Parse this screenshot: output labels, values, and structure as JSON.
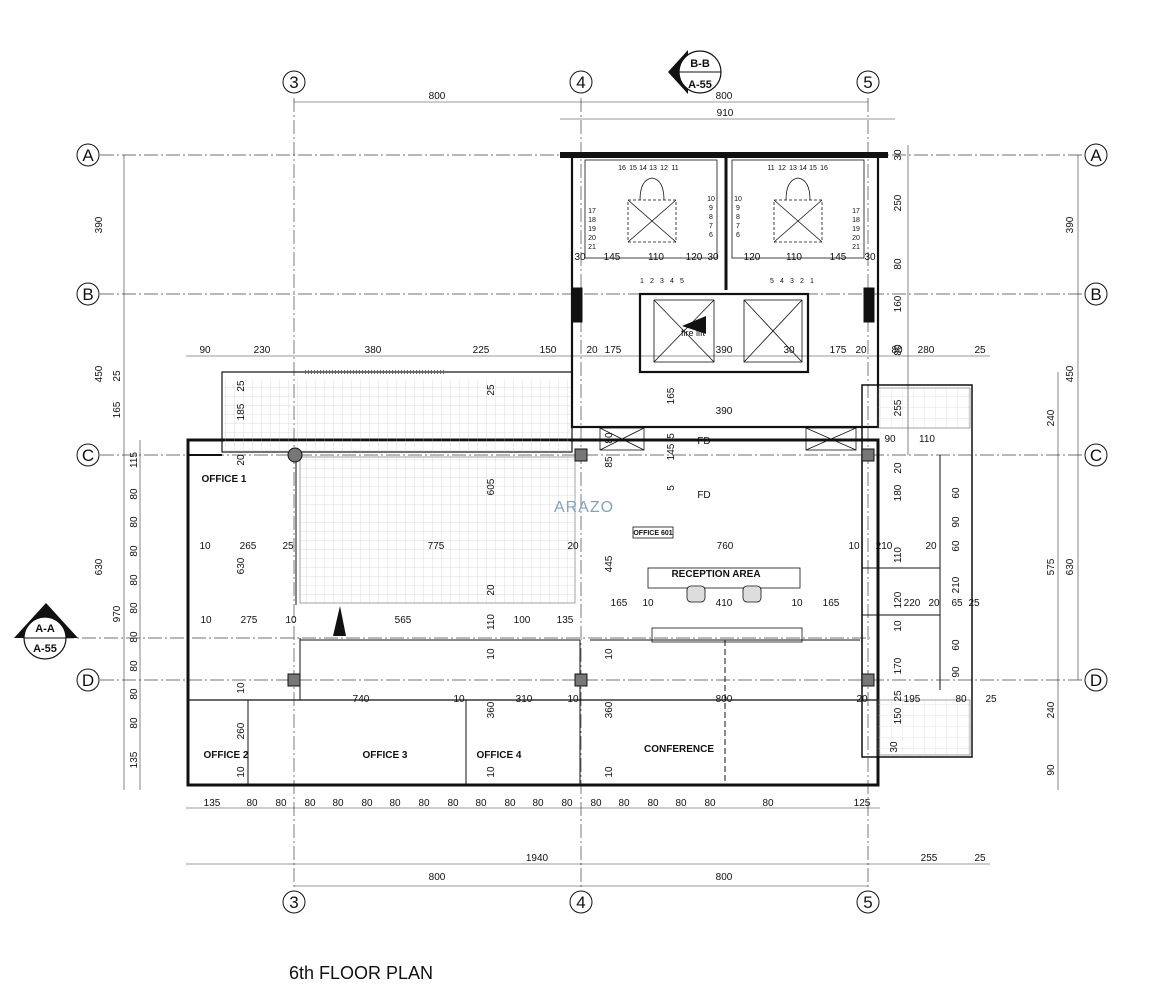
{
  "title": "6th FLOOR PLAN",
  "watermark": "ARAZO",
  "grid": {
    "columns": [
      "3",
      "4",
      "5"
    ],
    "rows": [
      "A",
      "B",
      "C",
      "D"
    ]
  },
  "section_marks": {
    "bb": {
      "letter": "B-B",
      "sheet": "A-55"
    },
    "aa": {
      "letter": "A-A",
      "sheet": "A-55"
    }
  },
  "rooms": {
    "office1": "OFFICE 1",
    "office2": "OFFICE 2",
    "office3": "OFFICE 3",
    "office4": "OFFICE 4",
    "conference": "CONFERENCE",
    "reception": "RECEPTION AREA",
    "office601": "OFFICE 601",
    "fire_lift": "fire lift",
    "fd1": "FD",
    "fd2": "FD"
  },
  "dims": {
    "top_800a": "800",
    "top_800b": "800",
    "top_910": "910",
    "bot_1940": "1940",
    "bot_800a": "800",
    "bot_800b": "800",
    "bot_255": "255",
    "bot_25": "25",
    "r90": "90",
    "r230": "230",
    "r380": "380",
    "r225": "225",
    "r150": "150",
    "r20a": "20",
    "r175a": "175",
    "r390a": "390",
    "r30a": "30",
    "r175b": "175",
    "r20b": "20",
    "r80a": "80",
    "r280": "280",
    "r25a": "25",
    "s145a": "145",
    "s110a": "110",
    "s120a": "120",
    "s30a": "30",
    "s30b": "30",
    "s120b": "120",
    "s110b": "110",
    "s145b": "145",
    "s30c": "30",
    "lift390": "390",
    "l165": "165",
    "l145": "145",
    "l5a": "5",
    "l5b": "5",
    "m10a": "10",
    "m265": "265",
    "m25a": "25",
    "m775": "775",
    "m20a": "20",
    "m760": "760",
    "m10b": "10",
    "m210": "210",
    "m20b": "20",
    "n10": "10",
    "n275": "275",
    "n10b": "10",
    "n565": "565",
    "n100": "100",
    "n135": "135",
    "n165a": "165",
    "n10c": "10",
    "n410": "410",
    "n10d": "10",
    "n165b": "165",
    "n220": "220",
    "n20": "20",
    "n65": "65",
    "n25": "25",
    "o740": "740",
    "o10": "10",
    "o310": "310",
    "o10b": "10",
    "o800": "800",
    "o20": "20",
    "o195": "195",
    "o80": "80",
    "o25": "25",
    "c90": "90",
    "c110": "110",
    "bot_row": [
      "135",
      "80",
      "80",
      "80",
      "80",
      "80",
      "80",
      "80",
      "80",
      "80",
      "80",
      "80",
      "80",
      "80",
      "80",
      "80",
      "80",
      "80",
      "80",
      "125"
    ],
    "left_390": "390",
    "left_450": "450",
    "left_25": "25",
    "left_165": "165",
    "left_630": "630",
    "left_115": "115",
    "left_970": "970",
    "left_135": "135",
    "left_seg": [
      "80",
      "80",
      "80",
      "80",
      "80",
      "80",
      "80",
      "80",
      "80"
    ],
    "right_390": "390",
    "right_450": "450",
    "right_240a": "240",
    "right_630": "630",
    "right_575": "575",
    "right_240b": "240",
    "right_90": "90",
    "v30a": "30",
    "v250": "250",
    "v80a": "80",
    "v160": "160",
    "v80b": "80",
    "v255": "255",
    "v20": "20",
    "v180": "180",
    "v60a": "60",
    "v90a": "90",
    "v60b": "60",
    "v110": "110",
    "v210": "210",
    "v120": "120",
    "v10": "10",
    "v60c": "60",
    "v170": "170",
    "v90b": "90",
    "v25": "25",
    "v150": "150",
    "v30b": "30",
    "i185": "185",
    "i25": "25",
    "i20a": "20",
    "i630": "630",
    "i605": "605",
    "i85": "85",
    "i80": "80",
    "i445": "445",
    "i20b": "20",
    "i110": "110",
    "i10a": "10",
    "i10b": "10",
    "i260": "260",
    "i10c": "10",
    "i360a": "360",
    "i10d": "10",
    "i360b": "360",
    "i10e": "10",
    "i10f": "10"
  },
  "stair_numbers": {
    "left_top": [
      "16",
      "15",
      "14",
      "13",
      "12",
      "11"
    ],
    "left_side": [
      "17",
      "18",
      "19",
      "20",
      "21"
    ],
    "left_right": [
      "10",
      "9",
      "8",
      "7",
      "6"
    ],
    "left_bottom": [
      "1",
      "2",
      "3",
      "4",
      "5"
    ],
    "right_top": [
      "11",
      "12",
      "13",
      "14",
      "15",
      "16"
    ],
    "right_side": [
      "17",
      "18",
      "19",
      "20",
      "21"
    ],
    "right_left": [
      "10",
      "9",
      "8",
      "7",
      "6"
    ],
    "right_bottom": [
      "5",
      "4",
      "3",
      "2",
      "1"
    ]
  }
}
